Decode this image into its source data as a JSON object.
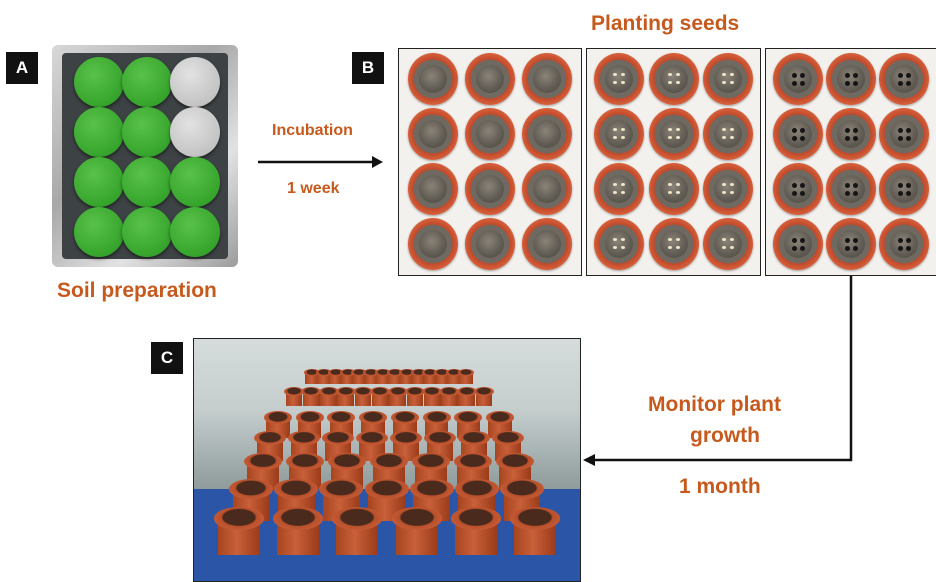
{
  "panels": {
    "a": {
      "label": "A",
      "caption": "Soil preparation"
    },
    "b": {
      "label": "B",
      "caption": "Planting seeds"
    },
    "c": {
      "label": "C"
    }
  },
  "steps": {
    "incubation": {
      "title": "Incubation",
      "duration": "1 week"
    },
    "monitor": {
      "title_line1": "Monitor plant",
      "title_line2": "growth",
      "duration": "1 month"
    }
  },
  "colors": {
    "caption_orange": "#c65a1e",
    "label_bg": "#111111",
    "pot_terracotta": "#c14a2b",
    "lid_green": "#36a52c"
  }
}
